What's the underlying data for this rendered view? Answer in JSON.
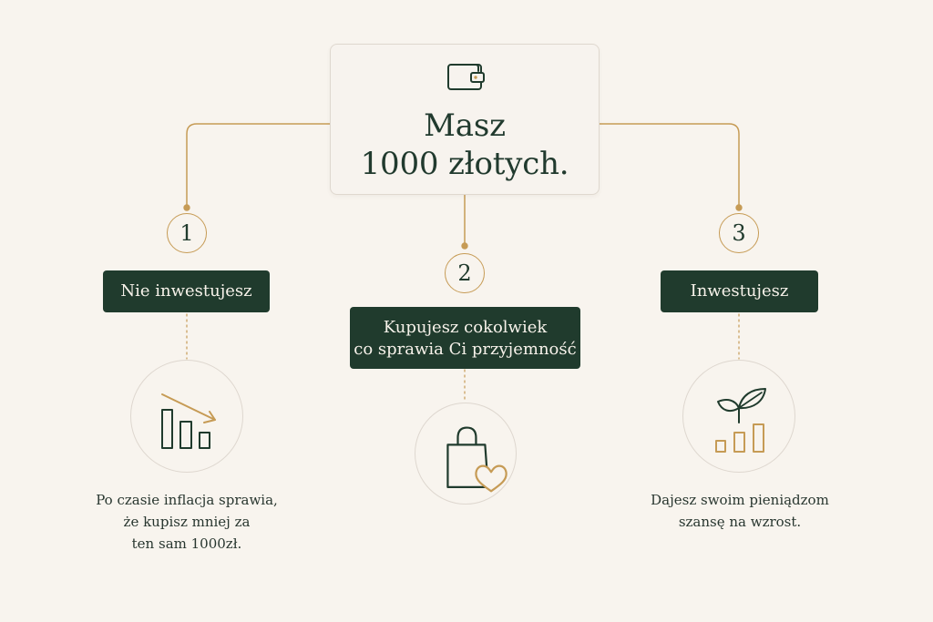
{
  "title": {
    "line1": "Masz",
    "line2": "1000 złotych."
  },
  "options": [
    {
      "number": "1",
      "label": "Nie inwestujesz",
      "description_lines": [
        "Po czasie inflacja sprawia,",
        "że kupisz mniej za",
        "ten sam 1000zł."
      ]
    },
    {
      "number": "2",
      "label_lines": [
        "Kupujesz cokolwiek",
        "co sprawia Ci przyjemność"
      ]
    },
    {
      "number": "3",
      "label": "Inwestujesz",
      "description_lines": [
        "Dajesz swoim pieniądzom",
        "szansę na wzrost."
      ]
    }
  ],
  "icons": {
    "top": "wallet-icon",
    "option1": "declining-bars-icon",
    "option2": "shopping-bag-heart-icon",
    "option3": "growing-plant-bars-icon"
  },
  "colors": {
    "background": "#f8f4ee",
    "dark_green": "#203b2d",
    "gold": "#c69b55",
    "light_border": "#ded7cf",
    "text": "#28362f"
  }
}
